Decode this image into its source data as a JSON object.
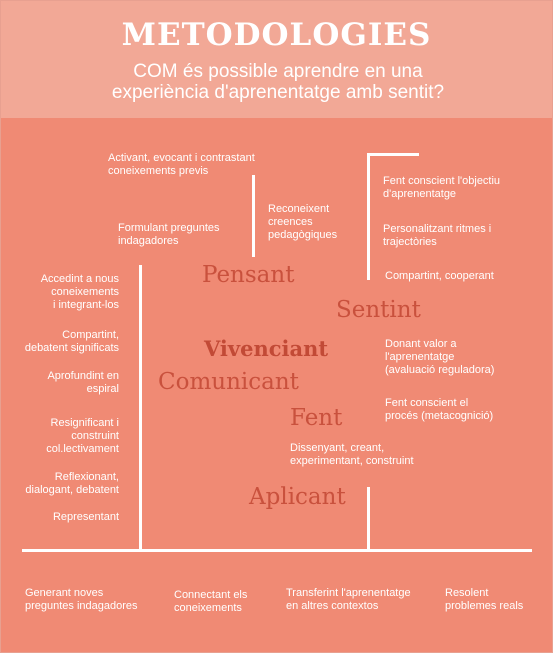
{
  "header": {
    "title": "METODOLOGIES",
    "subtitle": "COM és possible aprendre en una experiència d'aprenentatge amb sentit?"
  },
  "keywords": {
    "pensant": "Pensant",
    "sentint": "Sentint",
    "vivenciant": "Vivenciant",
    "comunicant": "Comunicant",
    "fent": "Fent",
    "aplicant": "Aplicant"
  },
  "top_left": {
    "activant": "Activant, evocant i contrastant\nconeixements previs",
    "formulant": "Formulant preguntes\nindagadores",
    "reconeixent": "Reconeixent\ncreences\npedagògiques"
  },
  "right": {
    "fent_conscient_objectiu": "Fent conscient l'objectiu\nd'aprenentatge",
    "personalitzant": "Personalitzant ritmes i\ntrajectòries",
    "compartint_cooperant": "Compartint, cooperant",
    "donant_valor": "Donant valor a\nl'aprenentatge\n(avaluació reguladora)",
    "fent_conscient_proces": "Fent conscient el\nprocés (metacognició)",
    "dissenyant": "Dissenyant, creant,\nexperimentant, construint"
  },
  "left": {
    "accedint": "Accedint a nous\nconeixements\ni integrant-los",
    "compartint_debatent": "Compartint,\ndebatent significats",
    "aprofundint": "Aprofundint en\nespiral",
    "resignificant": "Resignificant i\nconstruint\ncol.lectivament",
    "reflexionant": "Reflexionant,\ndialogant, debatent",
    "representant": "Representant"
  },
  "bottom": {
    "generant": "Generant noves\npreguntes indagadores",
    "connectant": "Connectant els\nconeixements",
    "transferint": "Transferint l'aprenentatge\nen altres contextos",
    "resolent": "Resolent\nproblemes reals"
  }
}
